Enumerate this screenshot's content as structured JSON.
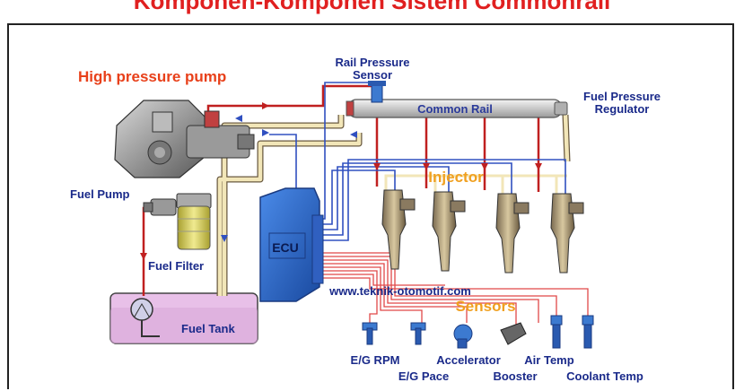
{
  "title": "Komponen-Komponen Sistem Commonrail",
  "labels": {
    "high_pressure_pump": "High pressure pump",
    "rail_pressure_sensor_1": "Rail Pressure",
    "rail_pressure_sensor_2": "Sensor",
    "common_rail": "Common Rail",
    "fuel_pressure_regulator_1": "Fuel Pressure",
    "fuel_pressure_regulator_2": "Regulator",
    "fuel_pump": "Fuel Pump",
    "injector": "Injector",
    "ecu": "ECU",
    "fuel_filter": "Fuel Filter",
    "fuel_tank": "Fuel Tank",
    "website": "www.teknik-otomotif.com",
    "sensors": "Sensors",
    "eg_rpm": "E/G RPM",
    "eg_pace": "E/G Pace",
    "accelerator": "Accelerator",
    "booster": "Booster",
    "air_temp": "Air Temp",
    "coolant_temp": "Coolant Temp"
  },
  "colors": {
    "title": "#e02020",
    "pump_label": "#e8401a",
    "label_blue": "#1a2a8a",
    "injector_label": "#f0a020",
    "sensors_label": "#f0a020",
    "high_pressure_line": "#e03030",
    "return_line": "#f2e6b8",
    "signal_line": "#3050c0",
    "ecu_body": "#2f6fd0",
    "fuel_tank": "#e8c0e8",
    "fuel_filter": "#e8e070",
    "common_rail": "#d0d0d0"
  }
}
